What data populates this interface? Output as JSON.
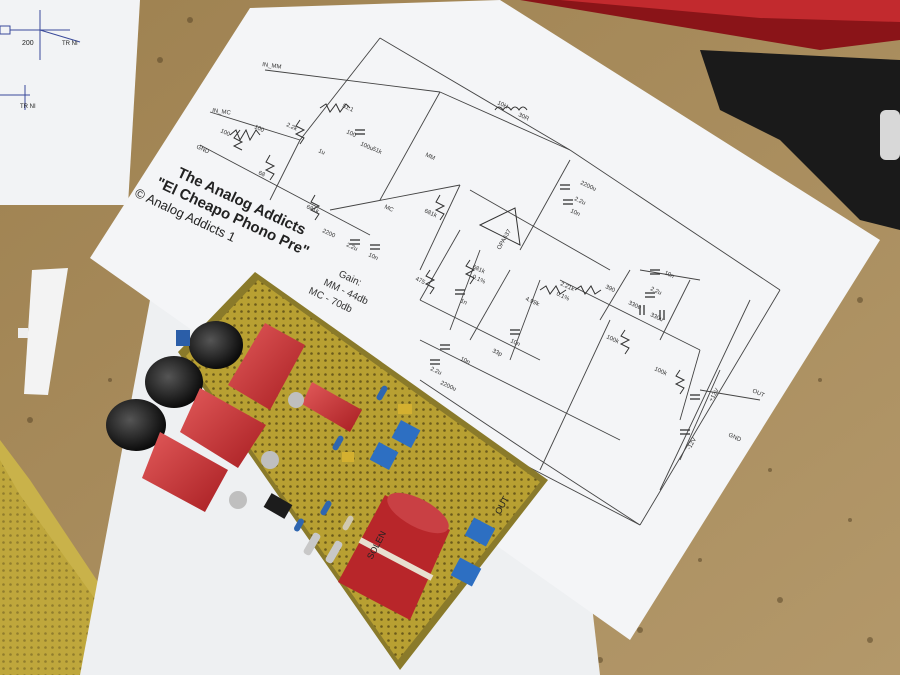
{
  "schematic": {
    "title_line1": "The Analog Addicts",
    "title_line2": "\"El Cheapo Phono Pre\"",
    "copyright": "© Analog Addicts 1",
    "gain_heading": "Gain:",
    "gain_mm": "MM - 44db",
    "gain_mc": "MC - 70db",
    "opamp": "OPA637",
    "labels": {
      "in_mm": "IN_MM",
      "in_mc": "IN_MC",
      "gnd_left": "GND",
      "out": "OUT",
      "gnd_right": "GND",
      "mm": "MM",
      "mc": "MC",
      "plus12": "+12V",
      "minus12": "-12V"
    },
    "values": [
      "51.1",
      "100",
      "2.2k",
      "100u",
      "51k",
      "100",
      "100",
      "68",
      "1u",
      "681k",
      "2200",
      "2.2u",
      "10n",
      "681k",
      "10H",
      "30R",
      "2200u",
      "2.2u",
      "10n",
      "475",
      "681k",
      "0.1%",
      "1n",
      "4.99k",
      "10n",
      "2.21k",
      "0.1%",
      "390",
      "330u",
      "330u",
      "2.2u",
      "10n",
      "100k",
      "100k",
      "33p",
      "2200u",
      "2.2u",
      "10n"
    ]
  },
  "note_left": {
    "label1": "200",
    "label2": "TR NI",
    "label3": "TR NI"
  },
  "pcb": {
    "out_label": "OUT",
    "big_cap_text": "SOLEN"
  }
}
